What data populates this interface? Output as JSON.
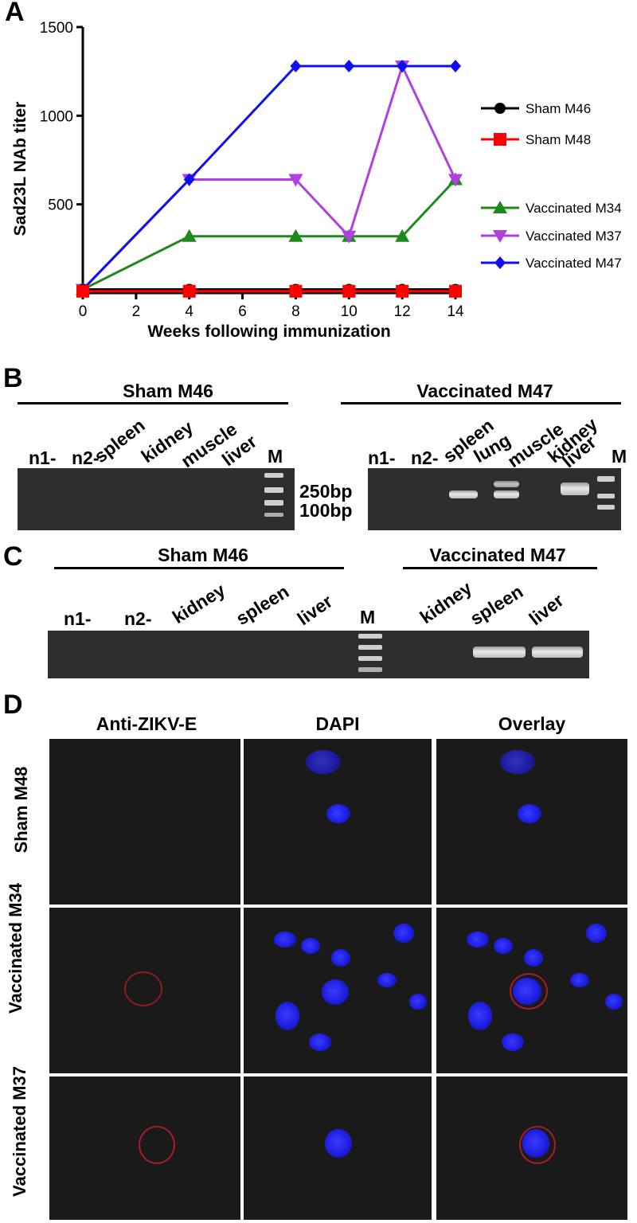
{
  "panels": {
    "A": "A",
    "B": "B",
    "C": "C",
    "D": "D"
  },
  "chart_data": {
    "type": "line",
    "ylabel": "Sad23L NAb titer",
    "xlabel": "Weeks following immunization",
    "x": [
      0,
      4,
      8,
      10,
      12,
      14
    ],
    "xticks": [
      0,
      2,
      4,
      6,
      8,
      10,
      12,
      14
    ],
    "yticks": [
      500,
      1000,
      1500
    ],
    "xlim": [
      0,
      14
    ],
    "ylim": [
      0,
      1500
    ],
    "legend_position": "right",
    "series": [
      {
        "name": "Sham M46",
        "values": [
          20,
          20,
          20,
          20,
          20,
          20
        ],
        "color": "#000000",
        "marker": "circle"
      },
      {
        "name": "Sham M48",
        "values": [
          10,
          10,
          10,
          10,
          10,
          10
        ],
        "color": "#ff0000",
        "marker": "square"
      },
      {
        "name": "Vaccinated M34",
        "values": [
          20,
          320,
          320,
          320,
          320,
          640
        ],
        "color": "#1e8a1e",
        "marker": "triangle-up"
      },
      {
        "name": "Vaccinated M37",
        "values": [
          20,
          640,
          640,
          320,
          1280,
          640
        ],
        "color": "#b040e0",
        "marker": "triangle-down"
      },
      {
        "name": "Vaccinated M47",
        "values": [
          20,
          640,
          1280,
          1280,
          1280,
          1280
        ],
        "color": "#1010ee",
        "marker": "diamond"
      }
    ]
  },
  "gel_b": {
    "left_group": "Sham M46",
    "right_group": "Vaccinated M47",
    "left_lanes": [
      "n1-",
      "n2-",
      "spleen",
      "kidney",
      "muscle",
      "liver",
      "M"
    ],
    "right_lanes": [
      "n1-",
      "n2-",
      "spleen",
      "lung",
      "muscle",
      "kidney",
      "liver",
      "M"
    ],
    "size_marker_top": "250bp",
    "size_marker_bottom": "100bp"
  },
  "gel_c": {
    "left_group": "Sham M46",
    "right_group": "Vaccinated M47",
    "lanes": [
      "n1-",
      "n2-",
      "kidney",
      "spleen",
      "liver",
      "M",
      "kidney",
      "spleen",
      "liver"
    ]
  },
  "microscopy": {
    "columns": [
      "Anti-ZIKV-E",
      "DAPI",
      "Overlay"
    ],
    "rows": [
      "Sham M48",
      "Vaccinated M34",
      "Vaccinated M37"
    ]
  }
}
